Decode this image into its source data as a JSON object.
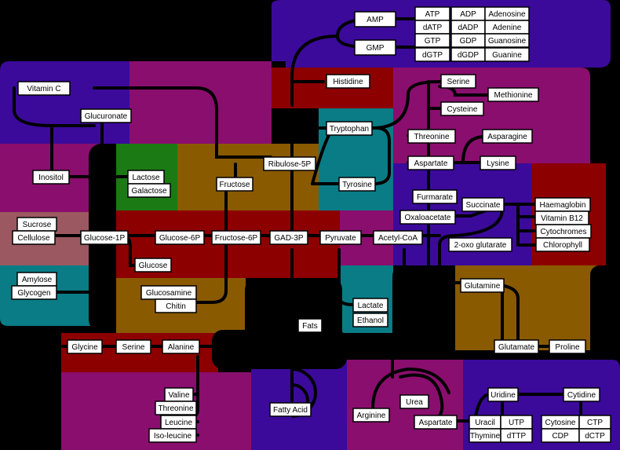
{
  "nodes": [
    {
      "id": "amp",
      "label": "AMP"
    },
    {
      "id": "gmp",
      "label": "GMP"
    },
    {
      "id": "atp",
      "label": "ATP"
    },
    {
      "id": "adp",
      "label": "ADP"
    },
    {
      "id": "adenosine",
      "label": "Adenosine"
    },
    {
      "id": "datp",
      "label": "dATP"
    },
    {
      "id": "dadp",
      "label": "dADP"
    },
    {
      "id": "adenine",
      "label": "Adenine"
    },
    {
      "id": "gtp",
      "label": "GTP"
    },
    {
      "id": "gdp",
      "label": "GDP"
    },
    {
      "id": "guanosine",
      "label": "Guanosine"
    },
    {
      "id": "dgtp",
      "label": "dGTP"
    },
    {
      "id": "dgdp",
      "label": "dGDP"
    },
    {
      "id": "guanine",
      "label": "Guanine"
    },
    {
      "id": "vitamin-c",
      "label": "Vitamin C"
    },
    {
      "id": "glucuronate",
      "label": "Glucuronate"
    },
    {
      "id": "histidine",
      "label": "Histidine"
    },
    {
      "id": "serine-top",
      "label": "Serine"
    },
    {
      "id": "methionine",
      "label": "Methionine"
    },
    {
      "id": "cysteine",
      "label": "Cysteine"
    },
    {
      "id": "tryptophan",
      "label": "Tryptophan"
    },
    {
      "id": "threonine-top",
      "label": "Threonine"
    },
    {
      "id": "asparagine",
      "label": "Asparagine"
    },
    {
      "id": "aspartate-top",
      "label": "Aspartate"
    },
    {
      "id": "lysine",
      "label": "Lysine"
    },
    {
      "id": "inositol",
      "label": "Inositol"
    },
    {
      "id": "lactose",
      "label": "Lactose"
    },
    {
      "id": "galactose",
      "label": "Galactose"
    },
    {
      "id": "ribulose-5p",
      "label": "Ribulose-5P"
    },
    {
      "id": "fructose",
      "label": "Fructose"
    },
    {
      "id": "tyrosine",
      "label": "Tyrosine"
    },
    {
      "id": "furmarate",
      "label": "Furmarate"
    },
    {
      "id": "succinate",
      "label": "Succinate"
    },
    {
      "id": "haemaglobin",
      "label": "Haemaglobin"
    },
    {
      "id": "oxaloacetate",
      "label": "Oxaloacetate"
    },
    {
      "id": "vitamin-b12",
      "label": "Vitamin B12"
    },
    {
      "id": "sucrose",
      "label": "Sucrose"
    },
    {
      "id": "cellulose",
      "label": "Cellulose"
    },
    {
      "id": "glucose-1p",
      "label": "Glucose-1P"
    },
    {
      "id": "glucose-6p",
      "label": "Glucose-6P"
    },
    {
      "id": "fructose-6p",
      "label": "Fructose-6P"
    },
    {
      "id": "gad-3p",
      "label": "GAD-3P"
    },
    {
      "id": "pyruvate",
      "label": "Pyruvate"
    },
    {
      "id": "acetyl-coa",
      "label": "Acetyl-CoA"
    },
    {
      "id": "cytochromes",
      "label": "Cytochromes"
    },
    {
      "id": "two-oxo-glutarate",
      "label": "2-oxo glutarate"
    },
    {
      "id": "chlorophyll",
      "label": "Chlorophyll"
    },
    {
      "id": "glucose",
      "label": "Glucose"
    },
    {
      "id": "amylose",
      "label": "Amylose"
    },
    {
      "id": "glutamine",
      "label": "Glutamine"
    },
    {
      "id": "glycogen",
      "label": "Glycogen"
    },
    {
      "id": "glucosamine",
      "label": "Glucosamine"
    },
    {
      "id": "lactate",
      "label": "Lactate"
    },
    {
      "id": "chitin",
      "label": "Chitin"
    },
    {
      "id": "ethanol",
      "label": "Ethanol"
    },
    {
      "id": "fats",
      "label": "Fats"
    },
    {
      "id": "glycine",
      "label": "Glycine"
    },
    {
      "id": "serine-bottom",
      "label": "Serine"
    },
    {
      "id": "alanine",
      "label": "Alanine"
    },
    {
      "id": "glutamate",
      "label": "Glutamate"
    },
    {
      "id": "proline",
      "label": "Proline"
    },
    {
      "id": "valine",
      "label": "Valine"
    },
    {
      "id": "uridine",
      "label": "Uridine"
    },
    {
      "id": "cytidine",
      "label": "Cytidine"
    },
    {
      "id": "urea",
      "label": "Urea"
    },
    {
      "id": "threonine-bottom",
      "label": "Threonine"
    },
    {
      "id": "fatty-acid",
      "label": "Fatty Acid"
    },
    {
      "id": "leucine",
      "label": "Leucine"
    },
    {
      "id": "arginine",
      "label": "Arginine"
    },
    {
      "id": "uracil",
      "label": "Uracil"
    },
    {
      "id": "utp",
      "label": "UTP"
    },
    {
      "id": "cytosine",
      "label": "Cytosine"
    },
    {
      "id": "ctp",
      "label": "CTP"
    },
    {
      "id": "aspartate-bottom",
      "label": "Aspartate"
    },
    {
      "id": "iso-leucine",
      "label": "Iso-leucine"
    },
    {
      "id": "thymine",
      "label": "Thymine"
    },
    {
      "id": "dttp",
      "label": "dTTP"
    },
    {
      "id": "cdp",
      "label": "CDP"
    },
    {
      "id": "dctp",
      "label": "dCTP"
    }
  ]
}
